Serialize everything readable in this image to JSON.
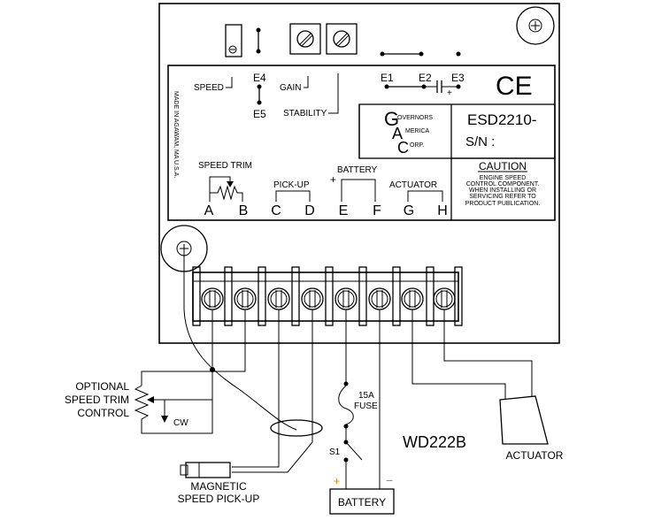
{
  "board": {
    "jumpers": {
      "speed": "SPEED",
      "e4": "E4",
      "e5": "E5",
      "gain": "GAIN",
      "stability": "STABILITY",
      "e1": "E1",
      "e2": "E2",
      "e3": "E3",
      "plus": "+"
    },
    "ce_mark": "CE",
    "made_in": "MADE IN AGAWAM, MA  U.S.A.",
    "logo": {
      "letters": [
        "G",
        "A",
        "C"
      ],
      "lines": [
        "OVERNORS",
        "MERICA",
        "ORP."
      ]
    },
    "model": "ESD2210-",
    "serial": "S/N :",
    "caution": {
      "title": "CAUTION",
      "lines": [
        "ENGINE SPEED",
        "CONTROL COMPONENT.",
        "WHEN INSTALLING OR",
        "SERVICING REFER TO",
        "PRODUCT PUBLICATION."
      ]
    },
    "groups": {
      "speed_trim": "SPEED TRIM",
      "pick_up": "PICK-UP",
      "battery": "BATTERY",
      "battery_plus": "+",
      "battery_minus": "−",
      "actuator": "ACTUATOR"
    },
    "terminals": [
      "A",
      "B",
      "C",
      "D",
      "E",
      "F",
      "G",
      "H"
    ]
  },
  "external": {
    "trim_control": [
      "OPTIONAL",
      "SPEED TRIM",
      "CONTROL"
    ],
    "cw": "CW",
    "fuse": [
      "15A",
      "FUSE"
    ],
    "switch": "S1",
    "battery": "BATTERY",
    "battery_plus": "+",
    "battery_minus": "−",
    "model_code": "WD222B",
    "actuator": "ACTUATOR",
    "pickup": [
      "MAGNETIC",
      "SPEED PICK-UP"
    ]
  }
}
